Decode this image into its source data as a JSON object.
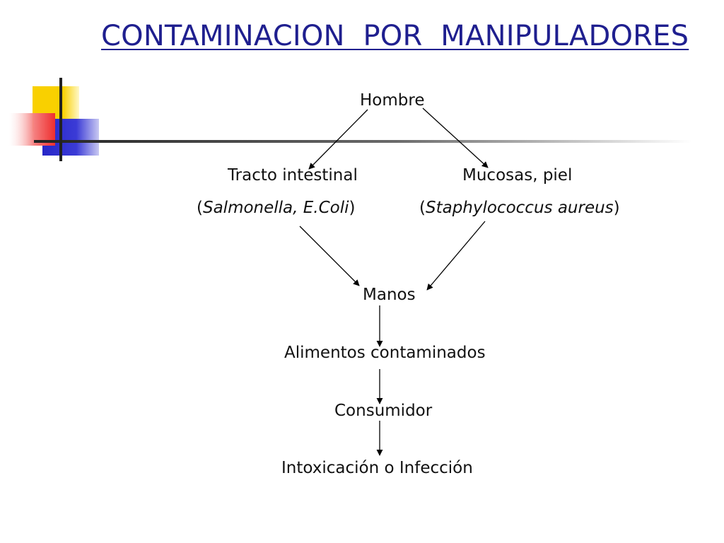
{
  "slide": {
    "title": "CONTAMINACION  POR  MANIPULADORES"
  },
  "diagram": {
    "top_node": "Hombre",
    "left_branch": {
      "label": "Tracto intestinal",
      "examples_open": "(",
      "examples": "Salmonella, E.Coli",
      "examples_close": ")"
    },
    "right_branch": {
      "label": "Mucosas, piel",
      "examples_open": "(",
      "examples": "Staphylococcus aureus",
      "examples_close": ")"
    },
    "merge_node": "Manos",
    "chain": [
      "Alimentos contaminados",
      "Consumidor",
      "Intoxicación o Infección"
    ]
  },
  "colors": {
    "title": "#1f1f8f",
    "deco_yellow": "#f9d000",
    "deco_red": "#f03a3a",
    "deco_blue": "#2a2ad0",
    "deco_line": "#222222"
  }
}
